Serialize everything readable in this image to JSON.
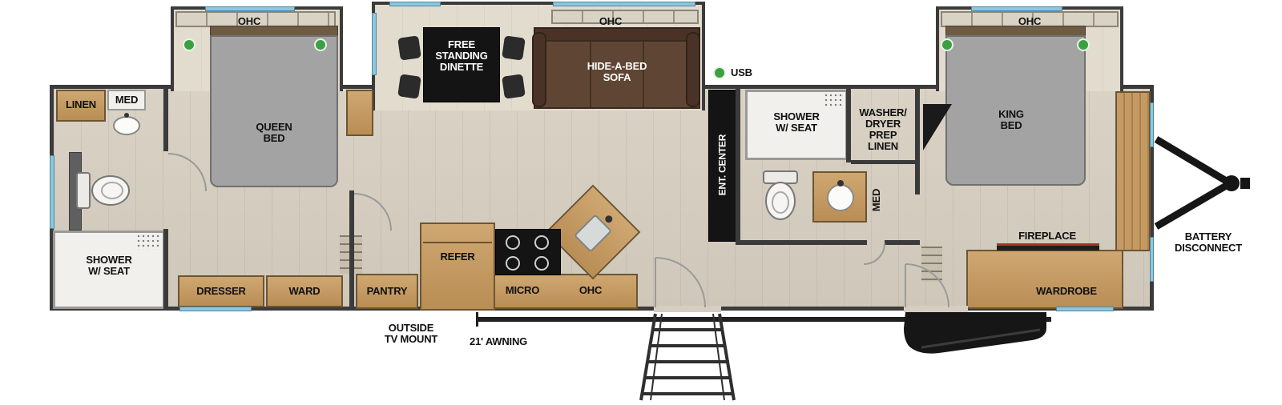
{
  "colors": {
    "wall": "#3b3b3b",
    "window_glass": "#8ec6dd",
    "usb_indicator": "#3ca043",
    "cabinet_wood": "#c49a63",
    "sofa_brown": "#5f4634",
    "floor": "#d5cec1",
    "fixture_white": "#f1f0ec",
    "unit_black": "#141414",
    "fireplace_accent": "#a5342c"
  },
  "legend": {
    "usb": "USB"
  },
  "labels": {
    "ohc": "OHC",
    "linen": "LINEN",
    "med": "MED",
    "queen_bed": "QUEEN\nBED",
    "dresser": "DRESSER",
    "ward": "WARD",
    "free_standing_dinette": "FREE\nSTANDING\nDINETTE",
    "hide_a_bed_sofa": "HIDE-A-BED\nSOFA",
    "pantry": "PANTRY",
    "refer": "REFER",
    "micro": "MICRO",
    "ent_center": "ENT. CENTER",
    "shower_w_seat": "SHOWER\nW/ SEAT",
    "washer_dryer_prep_linen": "WASHER/\nDRYER\nPREP\nLINEN",
    "king_bed": "KING\nBED",
    "fireplace": "FIREPLACE",
    "wardrobe": "WARDROBE",
    "battery_disconnect": "BATTERY\nDISCONNECT",
    "outside_tv_mount": "OUTSIDE\nTV MOUNT",
    "awning": "21' AWNING"
  }
}
